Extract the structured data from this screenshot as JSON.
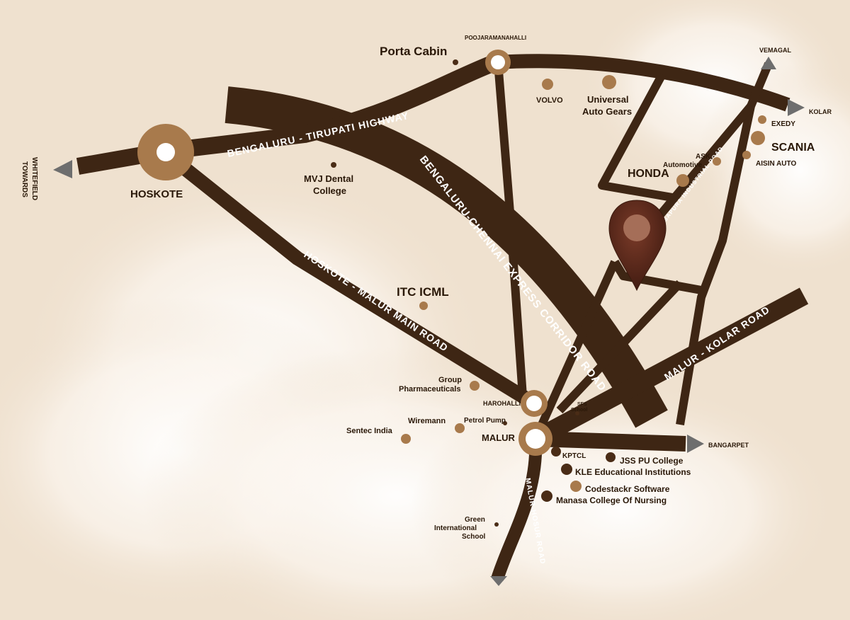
{
  "colors": {
    "background": "#efe1cf",
    "road": "#3e2614",
    "poi_light": "#a87a4c",
    "poi_dark": "#4a2c16",
    "junction_ring": "#a87a4c",
    "pin": "#5a2a1c",
    "arrow": "#6e6e6e"
  },
  "junctions": {
    "hoskote": "HOSKOTE",
    "poojaramanahalli": "POOJARAMANAHALLI",
    "harohalli": "HAROHALLI",
    "malur": "MALUR"
  },
  "roads": {
    "blr_tirupati": "BENGALURU - TIRUPATI HIGHWAY",
    "blr_chennai": "BENGALURU-CHENNAI EXPRESS CORRIDOR ROAD",
    "hoskote_malur": "HOSKOTE - MALUR MAIN ROAD",
    "malur_kolar": "MALUR - KOLAR ROAD",
    "malur_hosur": "MALUR-HOSUR ROAD",
    "industrial": "ISAPURA INDUSTRIAL ROAD"
  },
  "directions": {
    "whitefield_1": "TOWARDS",
    "whitefield_2": "WHITEFIELD",
    "kolar": "KOLAR",
    "vemagal": "VEMAGAL",
    "bangarpet": "BANGARPET"
  },
  "pois": {
    "porta_cabin": "Porta Cabin",
    "volvo": "VOLVO",
    "universal_1": "Universal",
    "universal_2": "Auto Gears",
    "exedy": "EXEDY",
    "scania": "SCANIA",
    "ask_1": "ASK",
    "ask_2": "Automotive",
    "aisin": "AISIN AUTO",
    "honda": "HONDA",
    "mvj_1": "MVJ Dental",
    "mvj_2": "College",
    "itc": "ITC ICML",
    "group_1": "Group",
    "group_2": "Pharmaceuticals",
    "petrol": "Petrol Pump",
    "wiremann": "Wiremann",
    "sentec": "Sentec India",
    "sfs_1": "SFS",
    "sfs_2": "School",
    "kptcl": "KPTCL",
    "jss": "JSS PU College",
    "kle": "KLE Educational Institutions",
    "codestackr": "Codestackr Software",
    "manasa": "Manasa College Of Nursing",
    "green_1": "Green",
    "green_2": "International",
    "green_3": "School"
  }
}
